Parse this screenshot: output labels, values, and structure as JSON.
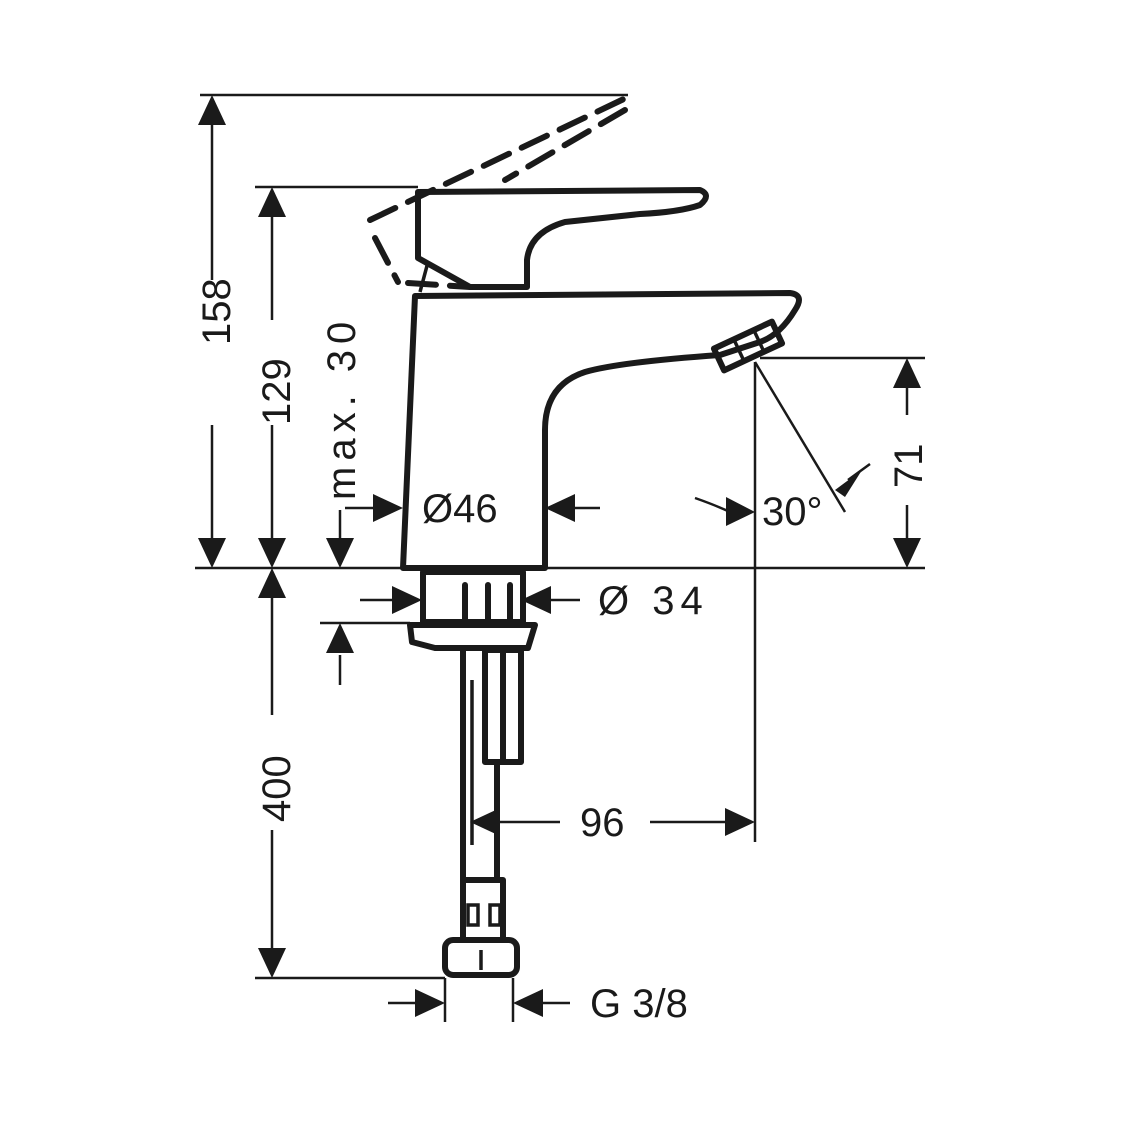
{
  "drawing": {
    "title": "Basin mixer dimension drawing",
    "dimensions": {
      "total_height": "158",
      "lever_height": "129",
      "max_deck_thickness": "max. 30",
      "body_diameter": "Ø46",
      "spout_angle": "30°",
      "outlet_height": "71",
      "shank_diameter": "Ø 34",
      "hose_length": "400",
      "spout_reach": "96",
      "connection_thread": "G 3/8"
    },
    "colors": {
      "line": "#1a1a1a",
      "background": "#ffffff"
    }
  }
}
